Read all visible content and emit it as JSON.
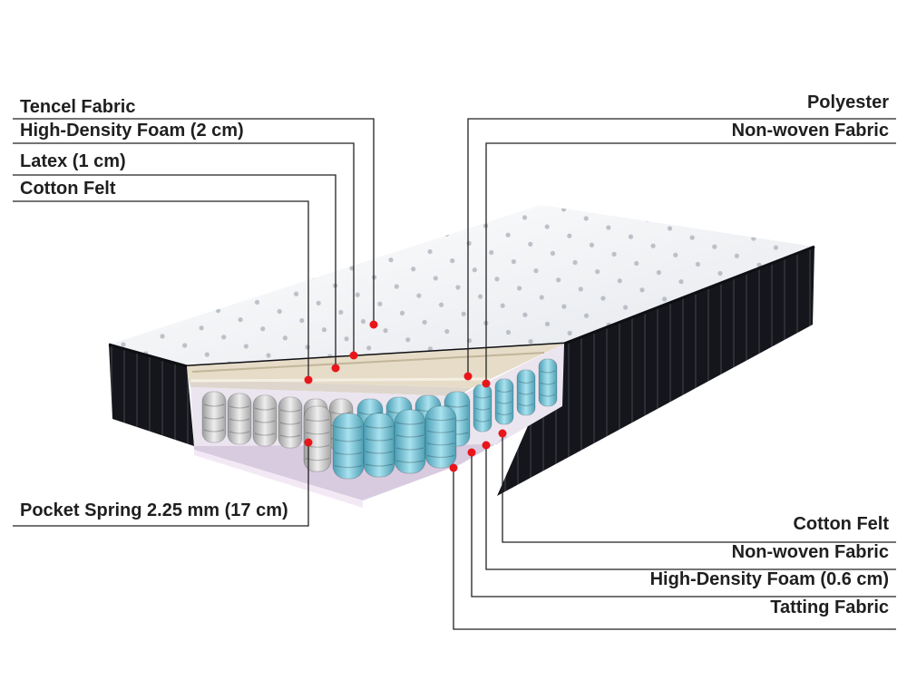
{
  "colors": {
    "leader_line": "#222222",
    "marker_dot": "#e8161b",
    "mattress_top": "#eef0f4",
    "mattress_side": "#141418",
    "spring_white": "#d6d6d6",
    "spring_blue": "#7cc4d6"
  },
  "labels_left": {
    "tencel_fabric": "Tencel Fabric",
    "high_density_foam_2cm": "High-Density Foam (2 cm)",
    "latex_1cm": "Latex (1 cm)",
    "cotton_felt": "Cotton Felt",
    "pocket_spring": "Pocket Spring 2.25 mm (17 cm)"
  },
  "labels_right": {
    "polyester": "Polyester",
    "non_woven_fabric_top": "Non-woven Fabric",
    "cotton_felt": "Cotton Felt",
    "non_woven_fabric_bottom": "Non-woven Fabric",
    "high_density_foam_06cm": "High-Density Foam (0.6 cm)",
    "tatting_fabric": "Tatting Fabric"
  }
}
